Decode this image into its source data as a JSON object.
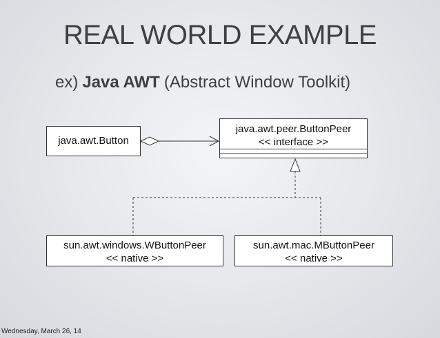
{
  "slide": {
    "title": "REAL WORLD EXAMPLE",
    "subtitle_prefix": "ex)",
    "subtitle_bold": "Java AWT",
    "subtitle_suffix": "(Abstract Window Toolkit)",
    "footer_date": "Wednesday, March 26, 14"
  },
  "diagram": {
    "button": {
      "name": "java.awt.Button"
    },
    "peer": {
      "name": "java.awt.peer.ButtonPeer",
      "stereotype": "<< interface >>"
    },
    "windows_peer": {
      "name": "sun.awt.windows.WButtonPeer",
      "stereotype": "<< native >>"
    },
    "mac_peer": {
      "name": "sun.awt.mac.MButtonPeer",
      "stereotype": "<< native >>"
    }
  }
}
